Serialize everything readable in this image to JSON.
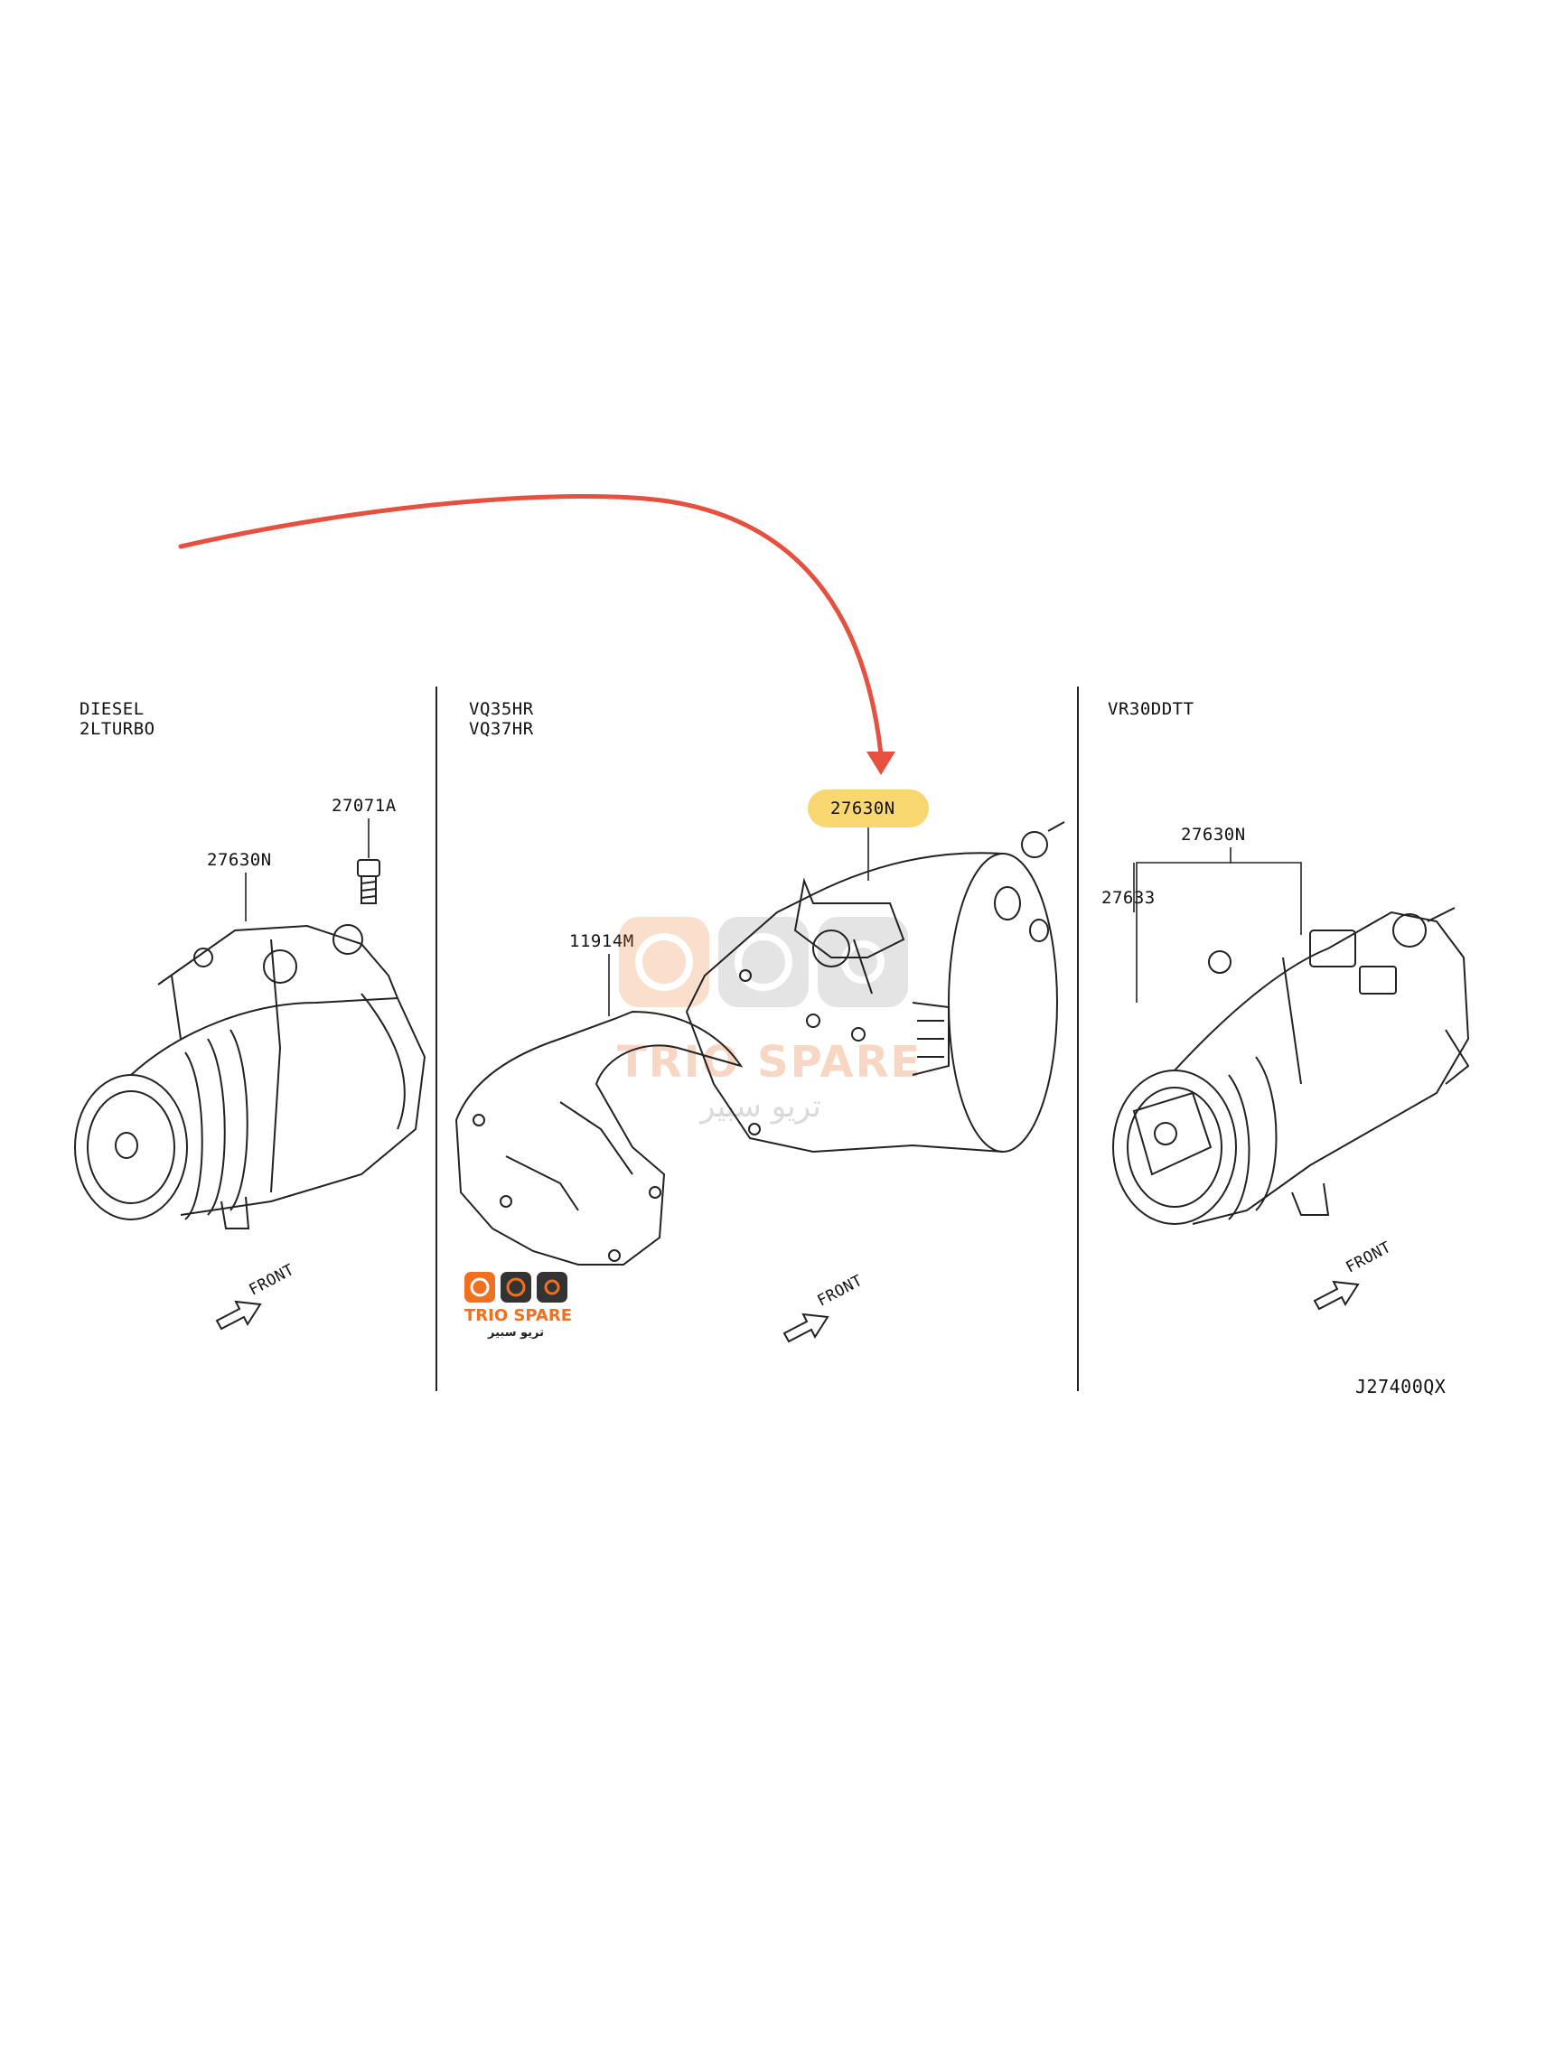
{
  "engines": {
    "left": [
      "DIESEL",
      "2LTURBO"
    ],
    "middle": [
      "VQ35HR",
      "VQ37HR"
    ],
    "right": [
      "VR30DDTT"
    ]
  },
  "part_labels": {
    "left_compressor": "27630N",
    "left_bolt": "27071A",
    "middle_heat_shield": "11914M",
    "middle_compressor_highlighted": "27630N",
    "right_compressor": "27630N",
    "right_compressor_sub": "27633"
  },
  "front_label": "FRONT",
  "diagram_code": "J27400QX",
  "highlight_color": "#f9d770",
  "arrow_color": "#e5503f",
  "logo": {
    "brand": "TRIO SPARE",
    "brand_ar": "تريو سبير"
  },
  "watermark": {
    "brand": "TRIO SPARE",
    "brand_ar": "تريو سبير"
  }
}
